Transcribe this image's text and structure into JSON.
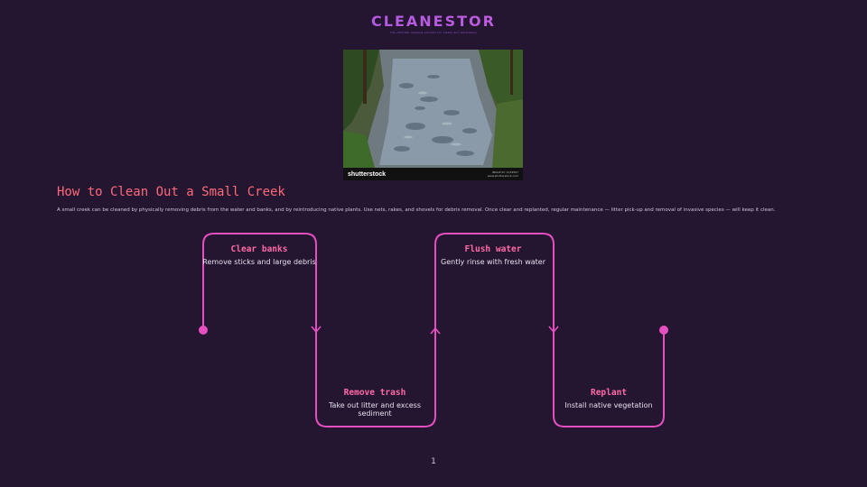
{
  "brand": {
    "name": "CLEANESTOR",
    "tagline": "the ultimate cleaning solution for creeks and waterways"
  },
  "photo": {
    "watermark": "shutterstock",
    "meta_line1": "IMAGE ID: 1234567",
    "meta_line2": "www.shutterstock.com"
  },
  "title": "How to Clean Out a Small Creek",
  "description": "A small creek can be cleaned by physically removing debris from the water and banks, and by reintroducing native plants. Use nets, rakes, and shovels for debris removal. Once clear and replanted, regular maintenance — litter pick-up and removal of invasive species — will keep it clean.",
  "steps": [
    {
      "title": "Clear banks",
      "desc": "Remove sticks and large debris"
    },
    {
      "title": "Remove trash",
      "desc": "Take out litter and excess sediment"
    },
    {
      "title": "Flush water",
      "desc": "Gently rinse with fresh water"
    },
    {
      "title": "Replant",
      "desc": "Install native vegetation"
    }
  ],
  "page_number": "1",
  "colors": {
    "background": "#241530",
    "accent": "#e64fc0",
    "title": "#ff6a7a"
  }
}
